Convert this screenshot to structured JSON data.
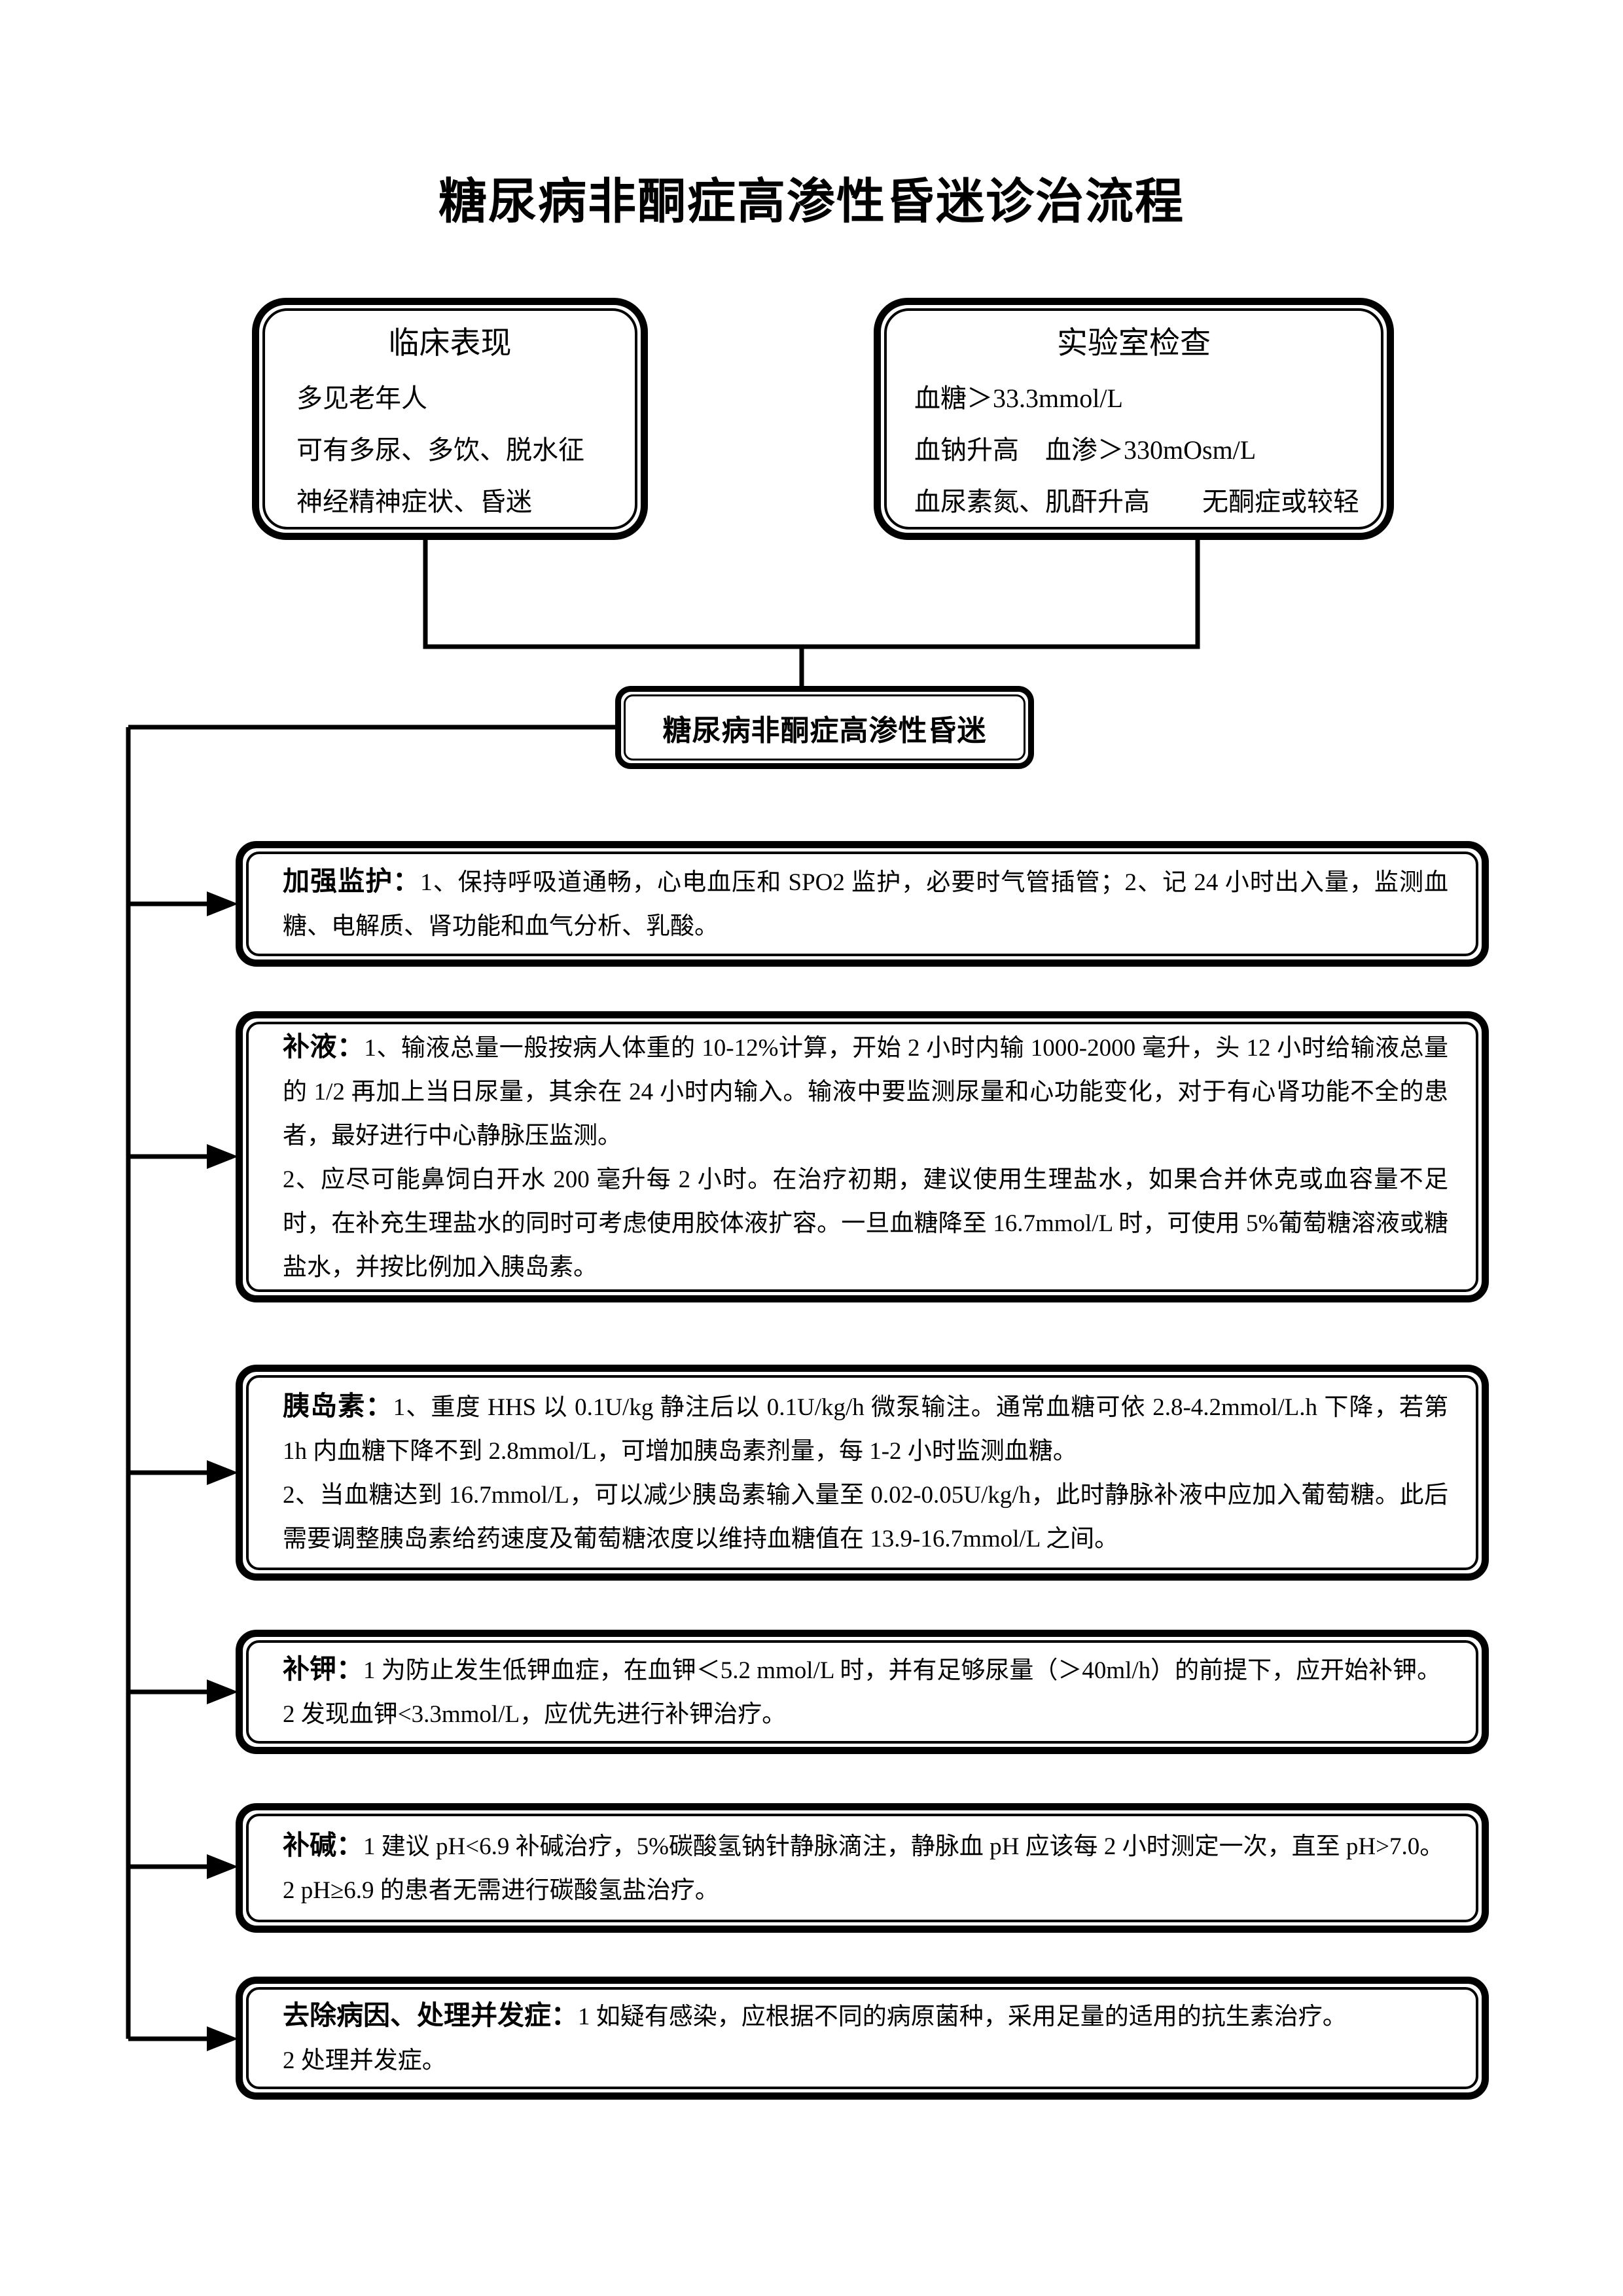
{
  "page": {
    "title": "糖尿病非酮症高渗性昏迷诊治流程",
    "background_color": "#ffffff",
    "line_color": "#000000"
  },
  "clinical_box": {
    "title": "临床表现",
    "lines": [
      "多见老年人",
      "可有多尿、多饮、脱水征",
      "神经精神症状、昏迷"
    ]
  },
  "lab_box": {
    "title": "实验室检查",
    "lines": [
      "血糖＞33.3mmol/L",
      "血钠升高　血渗＞330mOsm/L",
      "血尿素氮、肌酐升高　　无酮症或较轻"
    ]
  },
  "diagnosis_box": {
    "label": "糖尿病非酮症高渗性昏迷"
  },
  "process_boxes": [
    {
      "label": "加强监护：",
      "paragraphs": [
        "1、保持呼吸道通畅，心电血压和 SPO2 监护，必要时气管插管；2、记 24 小时出入量，监测血糖、电解质、肾功能和血气分析、乳酸。"
      ]
    },
    {
      "label": "补液：",
      "paragraphs": [
        "1、输液总量一般按病人体重的 10-12%计算，开始 2 小时内输 1000-2000 毫升，头 12 小时给输液总量的 1/2 再加上当日尿量，其余在 24 小时内输入。输液中要监测尿量和心功能变化，对于有心肾功能不全的患者，最好进行中心静脉压监测。",
        "2、应尽可能鼻饲白开水 200 毫升每 2 小时。在治疗初期，建议使用生理盐水，如果合并休克或血容量不足时，在补充生理盐水的同时可考虑使用胶体液扩容。一旦血糖降至 16.7mmol/L 时，可使用 5%葡萄糖溶液或糖盐水，并按比例加入胰岛素。"
      ]
    },
    {
      "label": "胰岛素：",
      "paragraphs": [
        "1、重度 HHS 以 0.1U/kg 静注后以 0.1U/kg/h 微泵输注。通常血糖可依 2.8-4.2mmol/L.h 下降，若第 1h 内血糖下降不到 2.8mmol/L，可增加胰岛素剂量，每 1-2 小时监测血糖。",
        "2、当血糖达到 16.7mmol/L，可以减少胰岛素输入量至 0.02-0.05U/kg/h，此时静脉补液中应加入葡萄糖。此后需要调整胰岛素给药速度及葡萄糖浓度以维持血糖值在 13.9-16.7mmol/L 之间。"
      ]
    },
    {
      "label": "补钾：",
      "paragraphs": [
        "1 为防止发生低钾血症，在血钾＜5.2 mmol/L 时，并有足够尿量（＞40ml/h）的前提下，应开始补钾。",
        "2 发现血钾<3.3mmol/L，应优先进行补钾治疗。"
      ]
    },
    {
      "label": "补碱：",
      "paragraphs": [
        "1 建议 pH<6.9 补碱治疗，5%碳酸氢钠针静脉滴注，静脉血 pH 应该每 2 小时测定一次，直至 pH>7.0。",
        "2 pH≥6.9 的患者无需进行碳酸氢盐治疗。"
      ]
    },
    {
      "label": "去除病因、处理并发症：",
      "paragraphs": [
        "1 如疑有感染，应根据不同的病原菌种，采用足量的适用的抗生素治疗。",
        "2 处理并发症。"
      ]
    }
  ]
}
